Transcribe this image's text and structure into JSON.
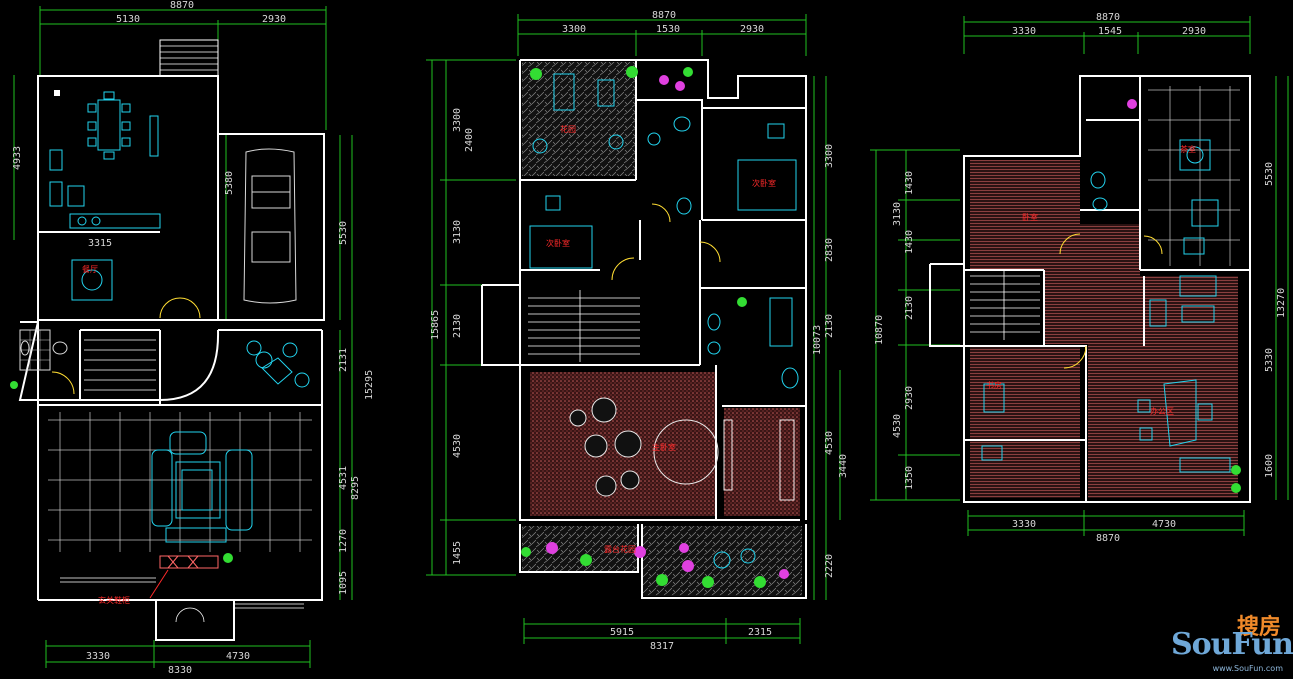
{
  "colors": {
    "background": "#000000",
    "wall": "#ffffff",
    "dimension": "#20c020",
    "furniture": "#22d3ee",
    "room_label": "#ff2a2a",
    "hatch_red": "#b04848",
    "hatch_grey": "#9a9a9a",
    "plant_green": "#33dd33",
    "plant_magenta": "#e040e0"
  },
  "plans": {
    "ground": {
      "dims": {
        "top_total": "8870",
        "top_a": "5130",
        "top_b": "2930",
        "left_a": "4933",
        "garage_a": "5380",
        "inner_a": "3315",
        "right_a": "5530",
        "right_b": "2131",
        "right_c": "4531",
        "right_d": "1270",
        "right_e": "1095",
        "right_f": "8295",
        "right_total": "15295",
        "bottom_a": "3330",
        "bottom_b": "4730",
        "bottom_total": "8330"
      },
      "labels": {
        "entry": "玄关鞋柜",
        "dining": "餐厅"
      }
    },
    "first": {
      "dims": {
        "top_total": "8870",
        "top_a": "3300",
        "top_b": "1530",
        "top_c": "2930",
        "left_a": "3300",
        "left_b": "2400",
        "left_c": "3130",
        "left_d": "2130",
        "left_e": "4530",
        "left_f": "1455",
        "left_total": "15865",
        "right_a": "3300",
        "right_b": "2830",
        "right_c": "2130",
        "right_d": "4530",
        "right_e": "2220",
        "right_f": "10073",
        "right_g": "3440",
        "bottom_a": "5915",
        "bottom_b": "2315",
        "bottom_total": "8317"
      },
      "labels": {
        "garden": "花园",
        "bed2": "次卧室",
        "bed3": "次卧室",
        "master": "主卧室",
        "terrace": "露台花园"
      }
    },
    "second": {
      "dims": {
        "top_total": "8870",
        "top_a": "3330",
        "top_b": "1545",
        "top_c": "2930",
        "left_a": "1430",
        "left_b": "3130",
        "left_c": "1430",
        "left_d": "2130",
        "left_e": "2930",
        "left_f": "4530",
        "left_g": "1350",
        "left_total": "10870",
        "right_a": "5530",
        "right_b": "13270",
        "right_c": "5330",
        "right_d": "1600",
        "bottom_a": "3330",
        "bottom_b": "4730",
        "bottom_total": "8870"
      },
      "labels": {
        "bedroom": "卧室",
        "tea": "茶室",
        "study": "书房",
        "office": "办公区"
      }
    }
  },
  "watermark": {
    "brand": "SouFun",
    "cn": "搜房",
    "url": "www.SouFun.com"
  }
}
